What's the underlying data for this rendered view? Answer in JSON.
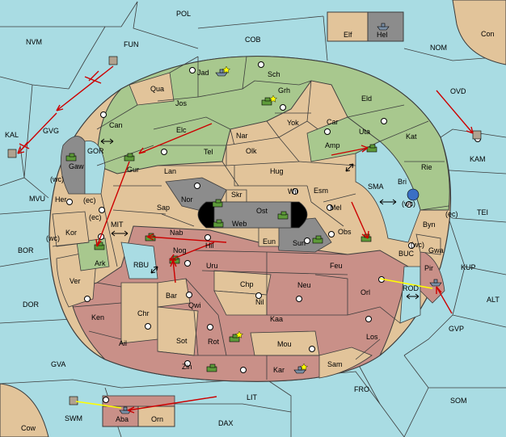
{
  "board": {
    "colors": {
      "sea": "#a9dce3",
      "green": "#a8c88e",
      "tan": "#e2c49a",
      "red": "#c99088",
      "dark": "#8c8c8c",
      "black": "#000000",
      "border": "#3c3c3c",
      "arrow": "#cc0000",
      "support": "#ffff00"
    },
    "sea_labels": [
      "POL",
      "NVM",
      "FUN",
      "COB",
      "NOM",
      "OVD",
      "KAL",
      "GVG",
      "GOR",
      "SMA",
      "KAM",
      "TEI",
      "MVU",
      "(wc)",
      "(ec)",
      "MIT",
      "RBU",
      "BOR",
      "BUC",
      "KUP",
      "ROD",
      "DOR",
      "ALT",
      "GVP",
      "GVA",
      "FRO",
      "SOM",
      "LIT",
      "SWM",
      "DAX"
    ],
    "province_labels": [
      "Con",
      "Elf",
      "Hel",
      "Jad",
      "Sch",
      "Qua",
      "Grh",
      "Jos",
      "Eld",
      "Can",
      "Yok",
      "Car",
      "Elc",
      "Nar",
      "Uta",
      "Kat",
      "Tel",
      "Olk",
      "Amp",
      "Gaw",
      "Gur",
      "Lan",
      "Hug",
      "Rie",
      "Bri",
      "Skr",
      "Ost",
      "Wil",
      "Esm",
      "Nor",
      "Her",
      "Sap",
      "Web",
      "Mel",
      "Byn",
      "Kor",
      "Nab",
      "Eun",
      "Sun",
      "Obs",
      "Gwa",
      "Hil",
      "Pir",
      "Ark",
      "Nog",
      "Uru",
      "Feu",
      "Chp",
      "Neu",
      "Orl",
      "Ver",
      "Bar",
      "Qwi",
      "Nil",
      "Ken",
      "Chr",
      "Kaa",
      "Los",
      "Ail",
      "Sot",
      "Rot",
      "Mou",
      "Zin",
      "Kar",
      "Sam",
      "Aba",
      "Orn",
      "Cow"
    ]
  }
}
